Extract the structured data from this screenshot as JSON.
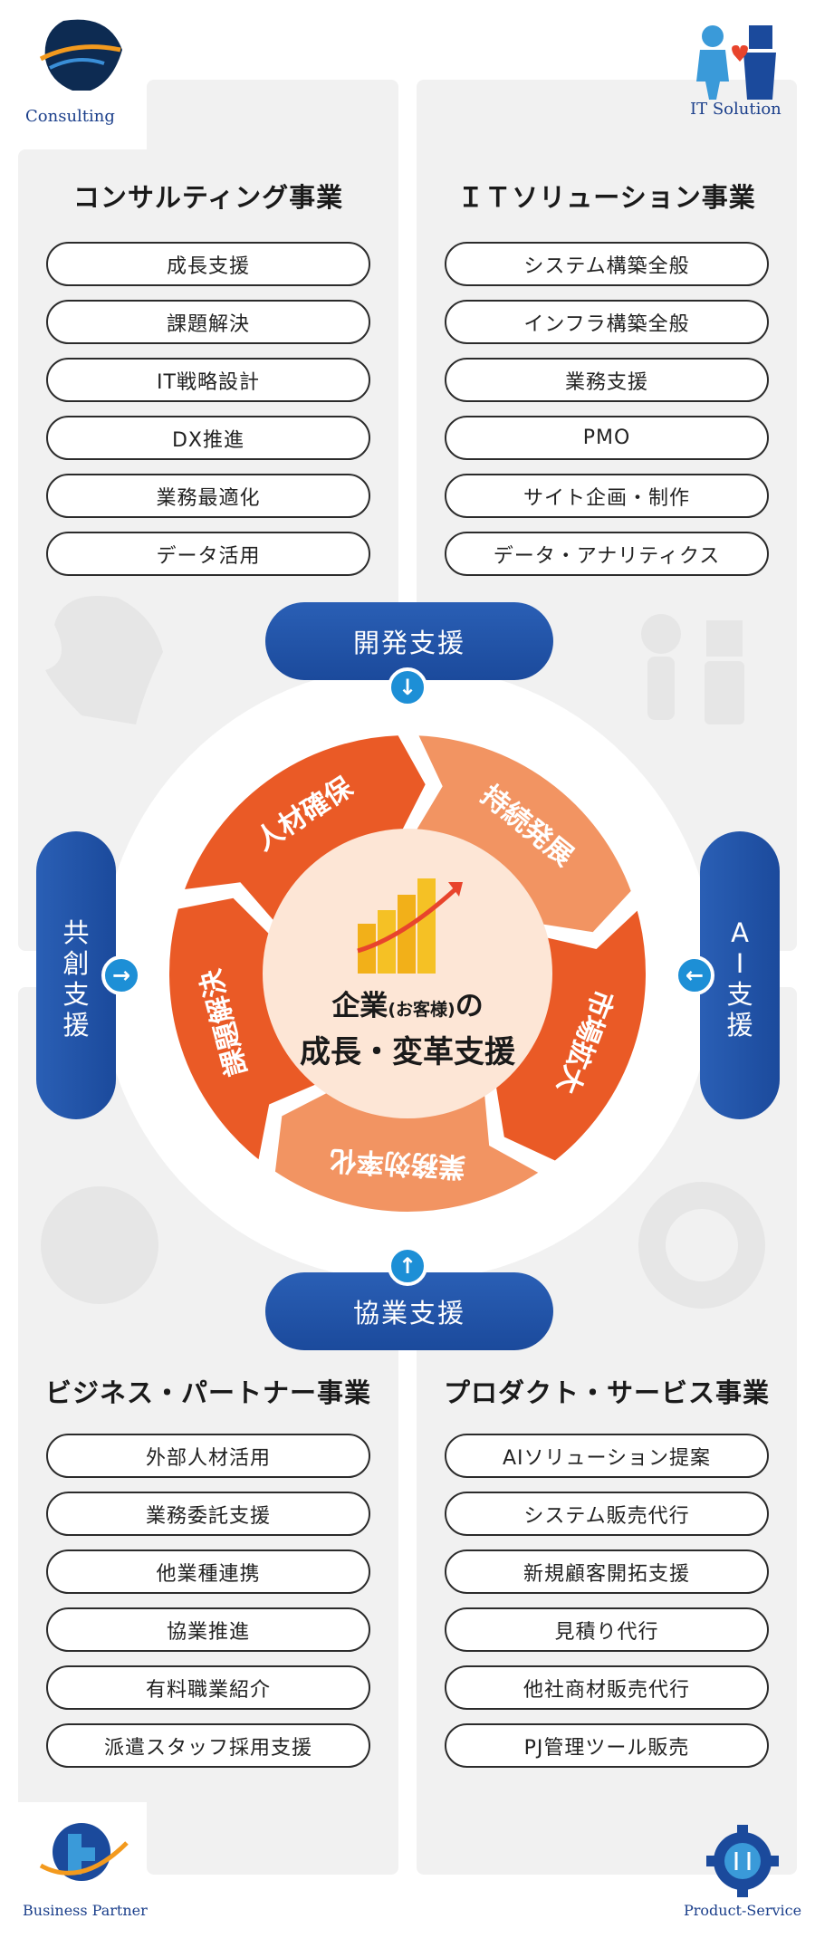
{
  "logos": {
    "consulting": "Consulting",
    "it_solution": "IT Solution",
    "business_partner": "Business Partner",
    "product_service": "Product-Service"
  },
  "quadrants": {
    "consulting": {
      "title": "コンサルティング事業",
      "items": [
        "成長支援",
        "課題解決",
        "IT戦略設計",
        "DX推進",
        "業務最適化",
        "データ活用"
      ]
    },
    "it_solution": {
      "title": "ＩＴソリューション事業",
      "items": [
        "システム構築全般",
        "インフラ構築全般",
        "業務支援",
        "PMO",
        "サイト企画・制作",
        "データ・アナリティクス"
      ]
    },
    "business_partner": {
      "title": "ビジネス・パートナー事業",
      "items": [
        "外部人材活用",
        "業務委託支援",
        "他業種連携",
        "協業推進",
        "有料職業紹介",
        "派遣スタッフ採用支援"
      ]
    },
    "product_service": {
      "title": "プロダクト・サービス事業",
      "items": [
        "AIソリューション提案",
        "システム販売代行",
        "新規顧客開拓支援",
        "見積り代行",
        "他社商材販売代行",
        "PJ管理ツール販売"
      ]
    }
  },
  "supports": {
    "top": "開発支援",
    "bottom": "協業支援",
    "left": "共創支援",
    "right": "AI支援"
  },
  "cycle": [
    "人材確保",
    "持続発展",
    "市場拡大",
    "業務効率化",
    "課題解決"
  ],
  "center": {
    "line1_a": "企業",
    "line1_b": "(お客様)",
    "line1_c": "の",
    "line2": "成長・変革支援"
  },
  "colors": {
    "blue": "#1b4a9c",
    "arrow_blue": "#1d8fd6",
    "orange_dark": "#ea5a26",
    "orange_light": "#f29462",
    "center_fill": "#fde6d6",
    "panel": "#f1f1f1"
  }
}
